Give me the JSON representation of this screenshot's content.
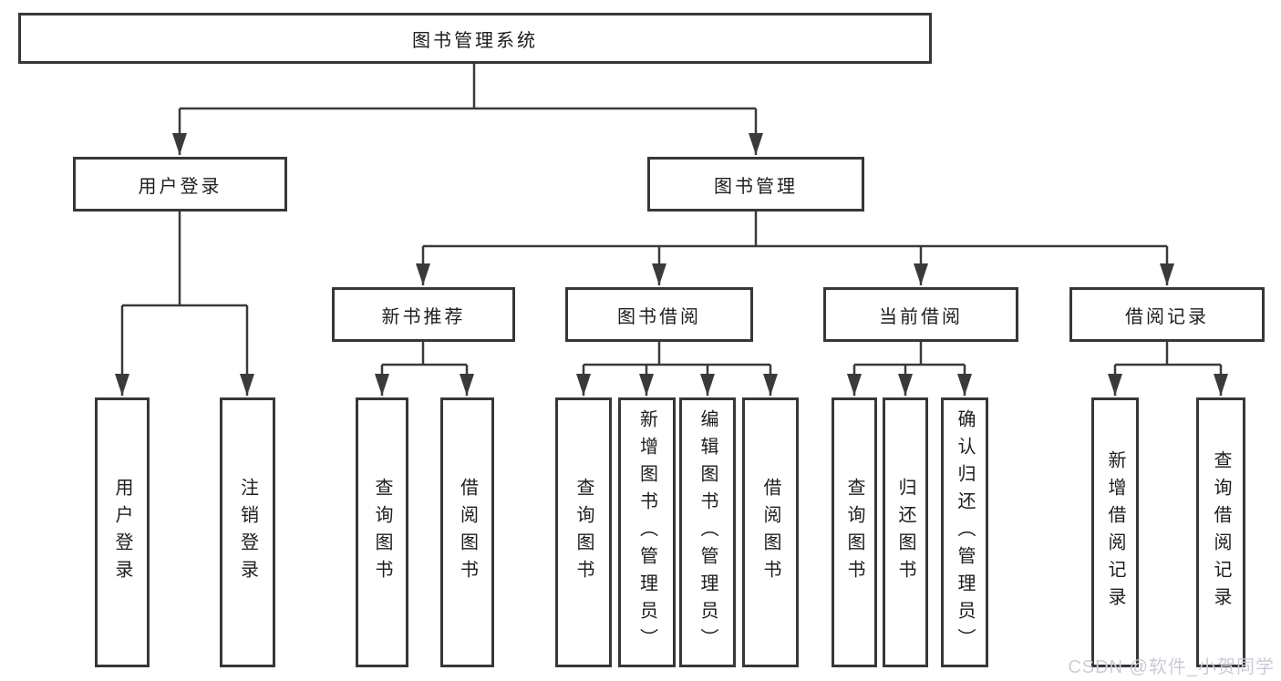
{
  "colors": {
    "line": "#3a3a3a",
    "watermark": "#c9cdd5"
  },
  "watermark": {
    "text": "CSDN @软件_小贺同学"
  },
  "tree": {
    "label": "图书管理系统",
    "children": [
      {
        "label": "用户登录",
        "children": [
          {
            "label": "用户登录"
          },
          {
            "label": "注销登录"
          }
        ]
      },
      {
        "label": "图书管理",
        "children": [
          {
            "label": "新书推荐",
            "children": [
              {
                "label": "查询图书"
              },
              {
                "label": "借阅图书"
              }
            ]
          },
          {
            "label": "图书借阅",
            "children": [
              {
                "label": "查询图书"
              },
              {
                "label": "新增图书（管理员）"
              },
              {
                "label": "编辑图书（管理员）"
              },
              {
                "label": "借阅图书"
              }
            ]
          },
          {
            "label": "当前借阅",
            "children": [
              {
                "label": "查询图书"
              },
              {
                "label": "归还图书"
              },
              {
                "label": "确认归还（管理员）"
              }
            ]
          },
          {
            "label": "借阅记录",
            "children": [
              {
                "label": "新增借阅记录"
              },
              {
                "label": "查询借阅记录"
              }
            ]
          }
        ]
      }
    ]
  }
}
